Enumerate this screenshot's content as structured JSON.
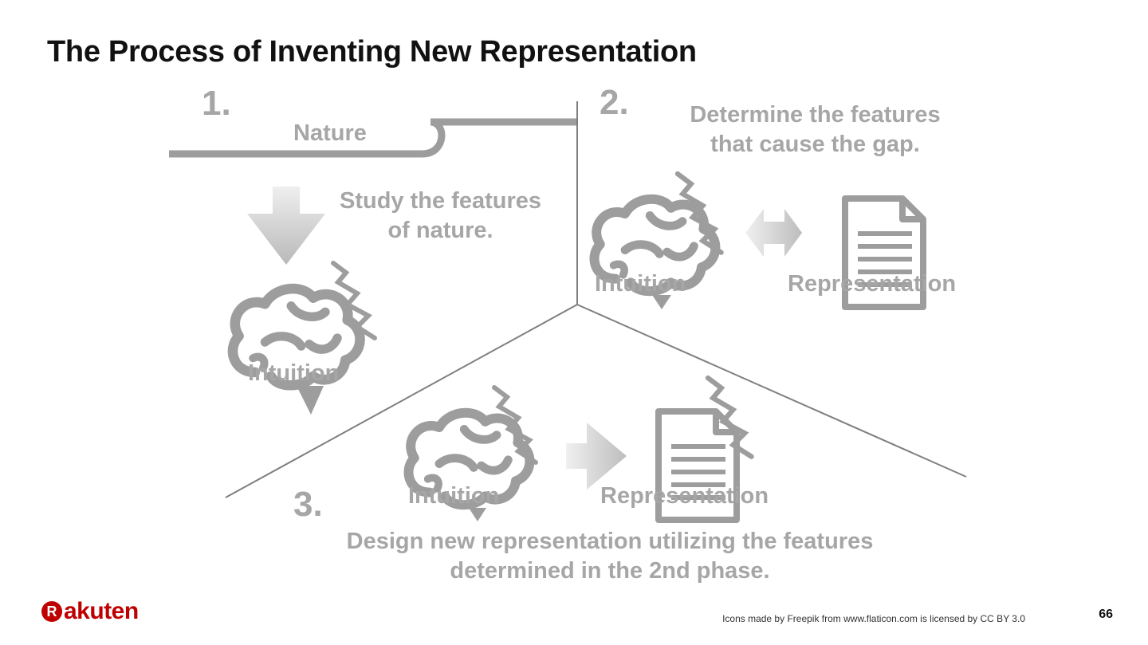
{
  "slide": {
    "title": "The Process of Inventing New Representation",
    "page_number": "66",
    "credit": "Icons made by Freepik from www.flaticon.com is licensed by CC BY 3.0",
    "brand": {
      "mark": "R",
      "name": "akuten",
      "color": "#bf0000"
    }
  },
  "phase1": {
    "number": "1.",
    "nature_label": "Nature",
    "description_line1": "Study the features",
    "description_line2": "of nature.",
    "intuition_label": "Intuition"
  },
  "phase2": {
    "number": "2.",
    "description_line1": "Determine the features",
    "description_line2": "that cause the gap.",
    "intuition_label": "Intuition",
    "representation_label": "Representation"
  },
  "phase3": {
    "number": "3.",
    "intuition_label": "Intuition",
    "representation_label": "Representation",
    "description_line1": "Design new representation utilizing the features",
    "description_line2": "determined in the 2nd phase."
  },
  "colors": {
    "icon_grey": "#9d9d9d",
    "text_grey": "#a6a6a6",
    "divider": "#7f7f7f"
  },
  "icons": [
    "brain-icon",
    "lightning-icon",
    "document-icon",
    "arrow-down-icon",
    "arrow-right-icon",
    "double-arrow-icon"
  ]
}
